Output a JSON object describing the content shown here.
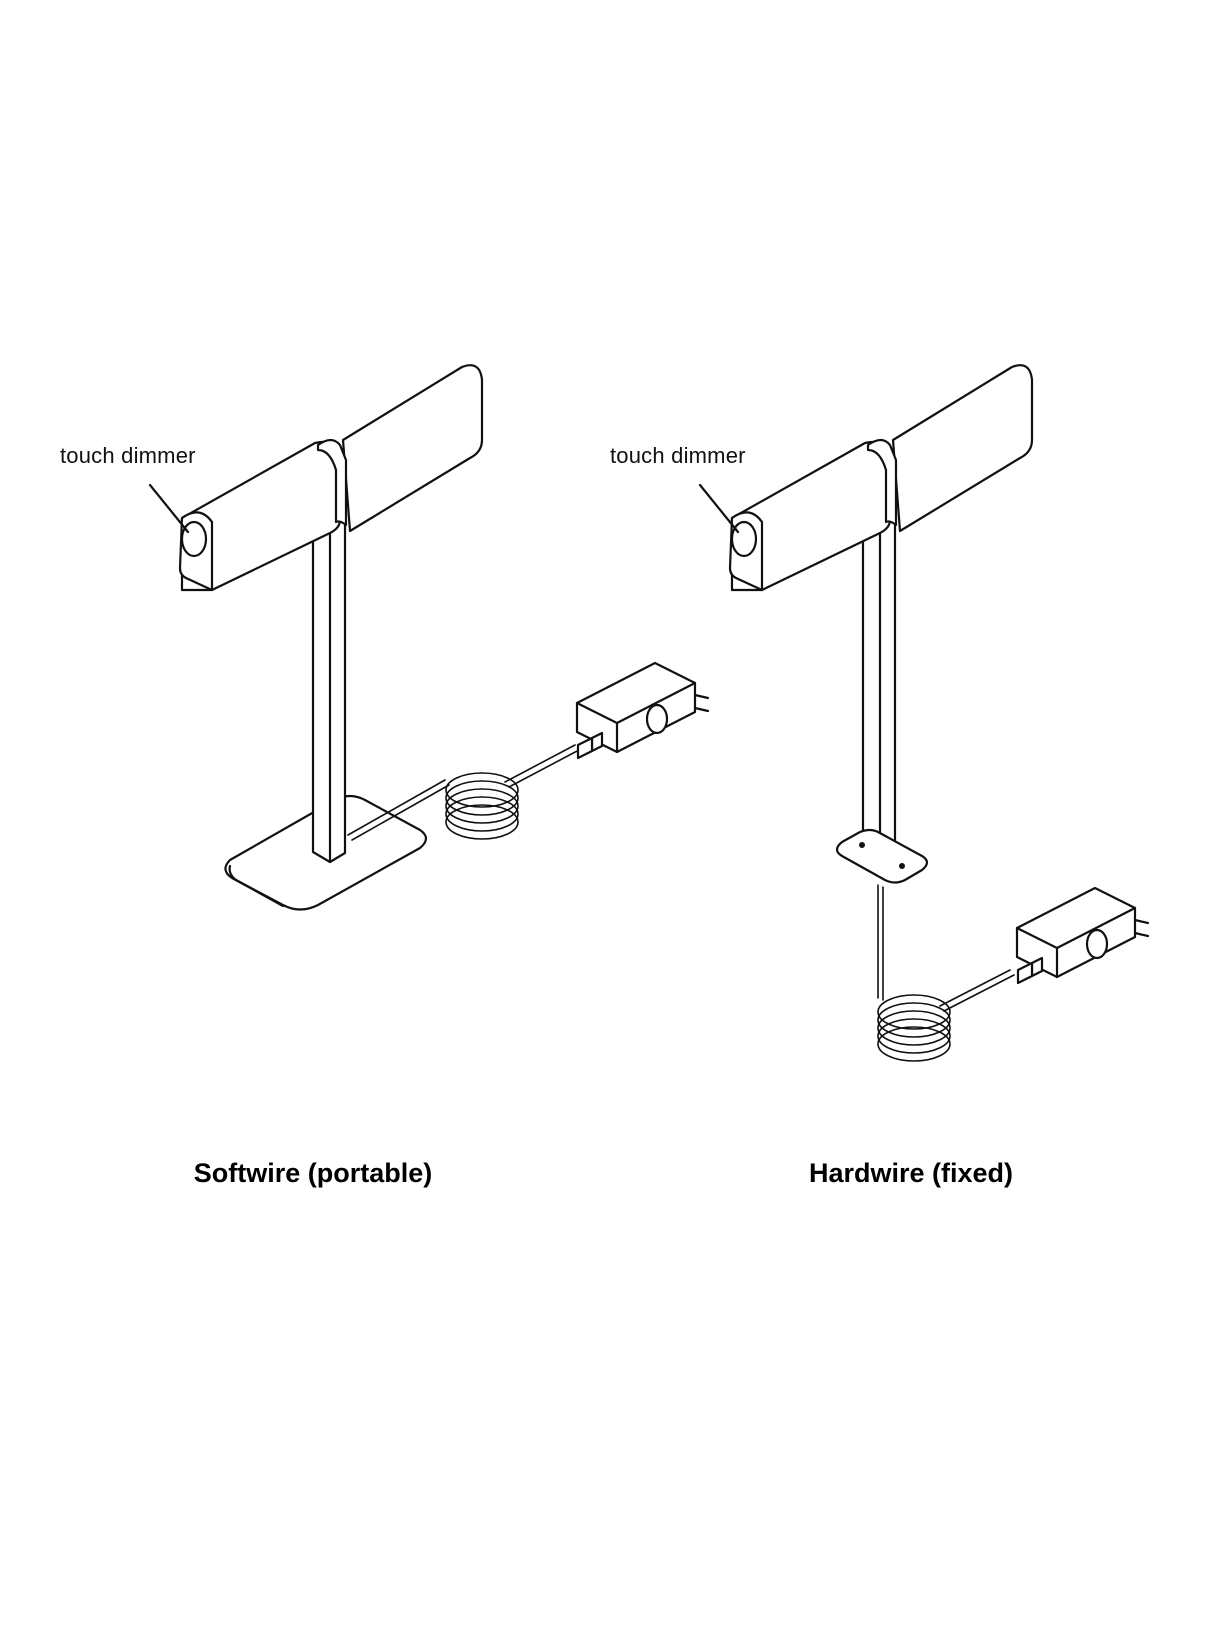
{
  "panels": {
    "softwire": {
      "caption": "Softwire (portable)",
      "dimmer_label": "touch dimmer"
    },
    "hardwire": {
      "caption": "Hardwire (fixed)",
      "dimmer_label": "touch dimmer"
    }
  },
  "colors": {
    "line": "#111111",
    "background": "#ffffff"
  }
}
